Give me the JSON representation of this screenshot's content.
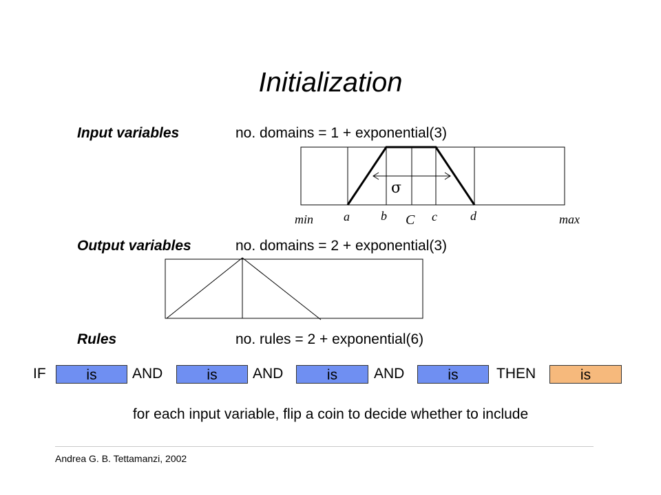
{
  "title": "Initialization",
  "input": {
    "label": "Input variables",
    "formula": "no. domains = 1 + exponential(3)",
    "labels": {
      "min": "min",
      "a": "a",
      "b": "b",
      "C": "C",
      "c": "c",
      "d": "d",
      "max": "max",
      "sigma": "σ"
    }
  },
  "output": {
    "label": "Output variables",
    "formula": "no. domains = 2 + exponential(3)"
  },
  "rules": {
    "label": "Rules",
    "formula": "no. rules = 2 + exponential(6)",
    "line": {
      "if": "IF",
      "and1": "AND",
      "and2": "AND",
      "and3": "AND",
      "then": "THEN",
      "box1": "is",
      "box2": "is",
      "box3": "is",
      "box4": "is",
      "box5": "is"
    },
    "colors": {
      "antecedent": "#6f8ff2",
      "consequent": "#f6b97c"
    },
    "note": "for each input variable, flip a coin to decide whether to include"
  },
  "footer": "Andrea G. B. Tettamanzi, 2002"
}
